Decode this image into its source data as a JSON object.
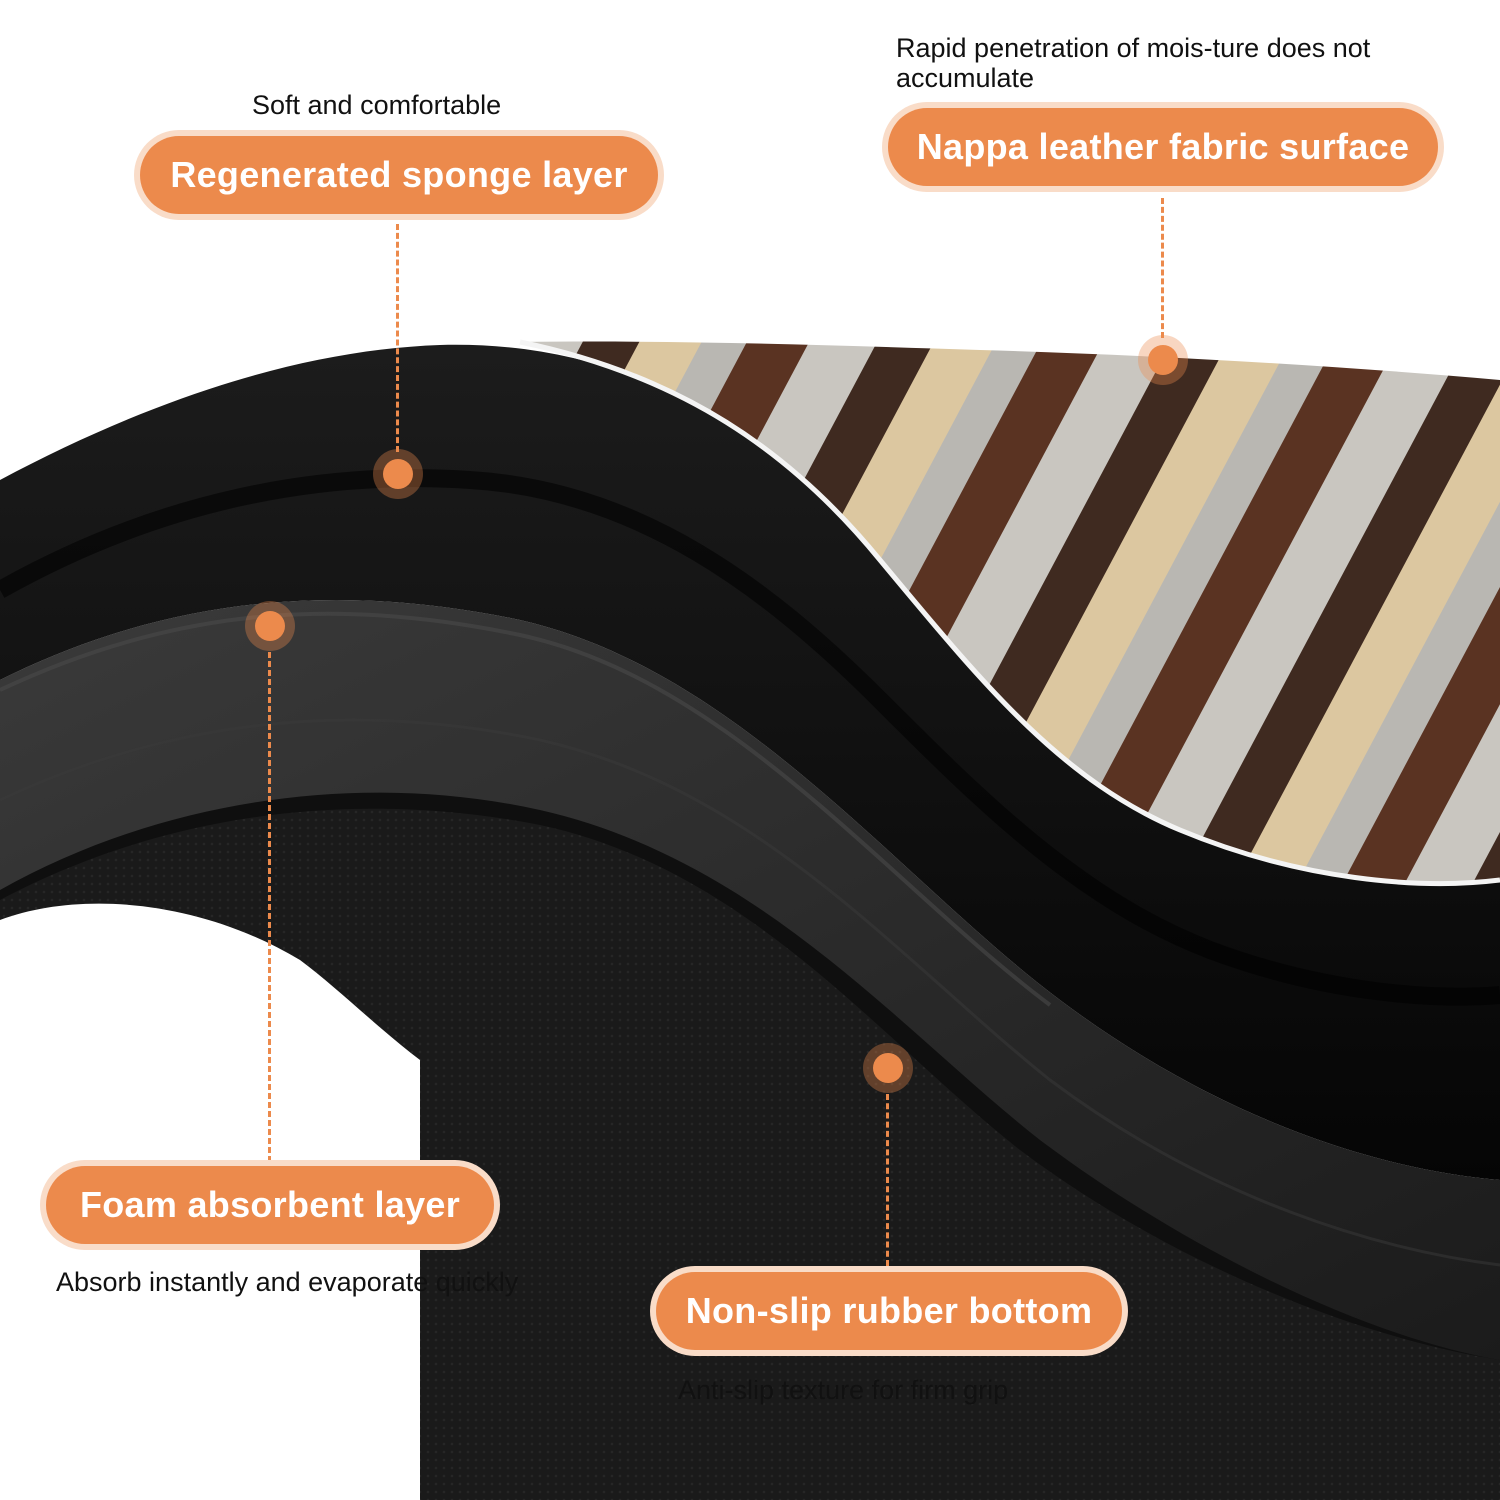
{
  "colors": {
    "accent": "#ec8a4c",
    "accent_glow": "#f9dcc8",
    "rubber": "#151515",
    "foam": "#262626",
    "leather_grey": "#b9b7b2",
    "leather_brown": "#4a2a1d",
    "leather_tan": "#d9c39c"
  },
  "callouts": {
    "sponge": {
      "note": "Soft and comfortable",
      "label": "Regenerated sponge layer",
      "icon": "marker-dot-icon"
    },
    "leather": {
      "note": "Rapid penetration of mois-ture does not accumulate",
      "label": "Nappa leather fabric surface",
      "icon": "marker-dot-icon"
    },
    "foam": {
      "label": "Foam absorbent layer",
      "note": "Absorb instantly and evaporate quickly",
      "icon": "marker-dot-icon"
    },
    "rubber": {
      "label": "Non-slip rubber bottom",
      "note": "Anti-slip texture for firm grip",
      "icon": "marker-dot-icon"
    }
  }
}
